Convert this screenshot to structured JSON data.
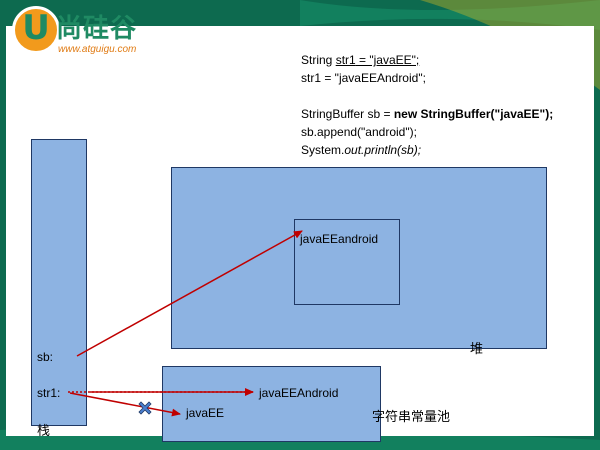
{
  "logo": {
    "title": "尚硅谷",
    "url": "www.atguigu.com",
    "letter": "U"
  },
  "code": {
    "line1_pre": "String ",
    "line1_var": "str1",
    "line1_post": " = \"javaEE\";",
    "line2": "str1 = \"javaEEAndroid\";",
    "line3_pre": "StringBuffer sb = ",
    "line3_bold": "new StringBuffer(\"javaEE\");",
    "line4": "sb.append(\"android\");",
    "line5_pre": "System.",
    "line5_italic": "out.println(sb);"
  },
  "diagram": {
    "sb_label": "sb:",
    "str1_label": "str1:",
    "stack_label": "栈",
    "heap_label": "堆",
    "heap_value": "javaEEandroid",
    "pool_value_new": "javaEEAndroid",
    "pool_value_old": "javaEE",
    "pool_label": "字符串常量池"
  },
  "colors": {
    "box_fill": "#8db3e2",
    "arrow": "#c00000",
    "background_green": "#0d6a4f"
  }
}
